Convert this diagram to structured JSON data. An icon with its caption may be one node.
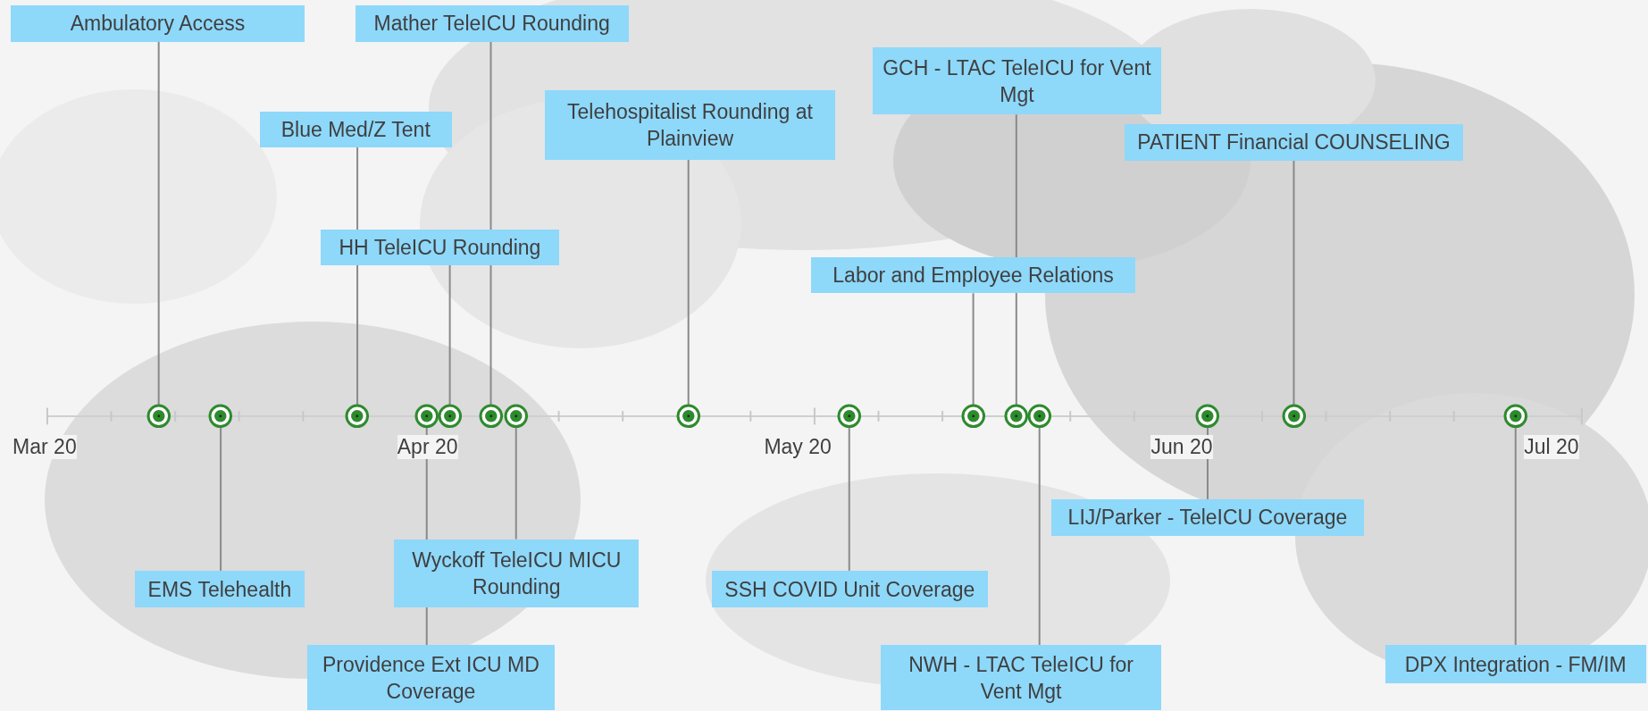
{
  "diagram": {
    "nodes": [
      {
        "text": [
          "Ambulatory Access"
        ]
      },
      {
        "text": [
          "Mather TeleICU Rounding"
        ]
      },
      {
        "text": [
          "Blue Med/Z Tent"
        ]
      },
      {
        "text": [
          "Telehospitalist Rounding at Plainview"
        ]
      },
      {
        "text": [
          "GCH - LTAC TeleICU for Vent Mgt"
        ]
      },
      {
        "text": [
          "PATIENT Financial COUNSELING"
        ]
      },
      {
        "text": [
          "HH TeleICU Rounding"
        ]
      },
      {
        "text": [
          "Labor and Employee Relations"
        ]
      },
      {
        "text": [
          "EMS Telehealth"
        ]
      },
      {
        "text": [
          "Wyckoff TeleICU MICU Rounding"
        ]
      },
      {
        "text": [
          "Providence Ext ICU MD Coverage"
        ]
      },
      {
        "text": [
          "SSH COVID Unit Coverage"
        ]
      },
      {
        "text": [
          "LIJ/Parker - TeleICU Coverage"
        ]
      },
      {
        "text": [
          "NWH - LTAC TeleICU for Vent Mgt"
        ]
      },
      {
        "text": [
          "DPX Integration - FM/IM"
        ]
      },
      {
        "text": [],
        "shape": "circle"
      },
      {
        "text": [],
        "shape": "circle"
      },
      {
        "text": [],
        "shape": "circle"
      },
      {
        "text": [],
        "shape": "circle"
      },
      {
        "text": [],
        "shape": "circle"
      },
      {
        "text": [],
        "shape": "circle"
      },
      {
        "text": [],
        "shape": "circle"
      },
      {
        "text": [],
        "shape": "circle"
      },
      {
        "text": [],
        "shape": "circle"
      },
      {
        "text": [],
        "shape": "circle"
      },
      {
        "text": [],
        "shape": "circle"
      },
      {
        "text": [],
        "shape": "circle"
      },
      {
        "text": [],
        "shape": "circle"
      },
      {
        "text": [],
        "shape": "circle"
      },
      {
        "text": [],
        "shape": "circle"
      }
    ],
    "edges": [
      {
        "from": 0,
        "to": 15,
        "arrow": "none"
      },
      {
        "from": 1,
        "to": 20,
        "arrow": "none"
      },
      {
        "from": 2,
        "to": 17,
        "arrow": "none"
      },
      {
        "from": 3,
        "to": 22,
        "arrow": "none"
      },
      {
        "from": 4,
        "to": 25,
        "arrow": "none"
      },
      {
        "from": 5,
        "to": 28,
        "arrow": "none"
      },
      {
        "from": 6,
        "to": 19,
        "arrow": "none"
      },
      {
        "from": 7,
        "to": 24,
        "arrow": "none"
      },
      {
        "from": 8,
        "to": 16,
        "arrow": "none"
      },
      {
        "from": 9,
        "to": 21,
        "arrow": "none"
      },
      {
        "from": 10,
        "to": 18,
        "arrow": "none"
      },
      {
        "from": 11,
        "to": 23,
        "arrow": "none"
      },
      {
        "from": 12,
        "to": 27,
        "arrow": "none"
      },
      {
        "from": 13,
        "to": 26,
        "arrow": "none"
      },
      {
        "from": 14,
        "to": 29,
        "arrow": "none"
      }
    ],
    "labels": [
      "Mar 20",
      "Apr 20",
      "May 20",
      "Jun 20",
      "Jul 20"
    ]
  }
}
